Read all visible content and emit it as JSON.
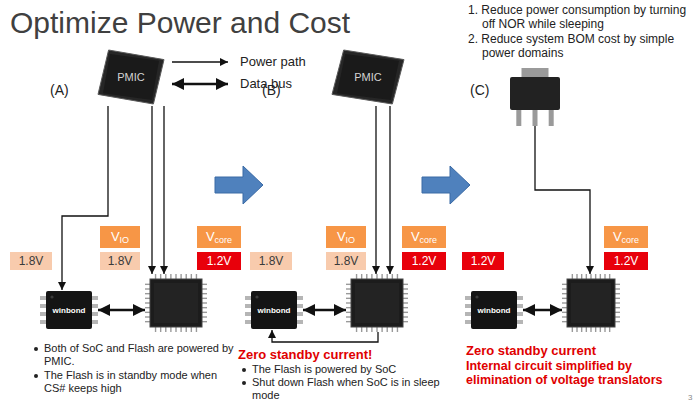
{
  "diagram": {
    "title": "Optimize Power and Cost",
    "nodes": [
      {
        "text": [
          "PMIC"
        ]
      },
      {
        "text": [
          "1.8V"
        ]
      },
      {
        "text": [
          "V",
          "IO"
        ]
      },
      {
        "text": [
          "V",
          "core"
        ]
      },
      {
        "text": [
          "1.8V"
        ]
      },
      {
        "text": [
          "1.2V"
        ]
      },
      {
        "text": [
          "winbond"
        ]
      },
      {
        "text": []
      },
      {
        "text": [
          "PMIC"
        ]
      },
      {
        "text": [
          "1.8V"
        ]
      },
      {
        "text": [
          "V",
          "IO"
        ]
      },
      {
        "text": [
          "V",
          "core"
        ]
      },
      {
        "text": [
          "1.8V"
        ]
      },
      {
        "text": [
          "1.2V"
        ]
      },
      {
        "text": [
          "winbond"
        ]
      },
      {
        "text": []
      },
      {
        "text": []
      },
      {
        "text": [
          "V",
          "core"
        ]
      },
      {
        "text": [
          "1.2V"
        ]
      },
      {
        "text": [
          "1.2V"
        ]
      },
      {
        "text": [
          "winbond"
        ]
      },
      {
        "text": []
      }
    ],
    "edges": [
      {
        "from": 0,
        "to": 6,
        "arrow": "to"
      },
      {
        "from": 0,
        "to": 7,
        "arrow": "to"
      },
      {
        "from": 0,
        "to": 7,
        "arrow": "to"
      },
      {
        "from": 6,
        "to": 7,
        "arrow": "both"
      },
      {
        "from": 8,
        "to": 15,
        "arrow": "to"
      },
      {
        "from": 8,
        "to": 15,
        "arrow": "to"
      },
      {
        "from": 15,
        "to": 14,
        "arrow": "to"
      },
      {
        "from": 14,
        "to": 15,
        "arrow": "both"
      },
      {
        "from": 16,
        "to": 21,
        "arrow": "to"
      },
      {
        "from": 20,
        "to": 21,
        "arrow": "both"
      }
    ],
    "labels": [
      "1. Reduce power consumption by turning off NOR while sleeping",
      "2. Reduce system BOM cost by simple power domains",
      "(A)",
      "Both of SoC and Flash are powered by PMIC.",
      "The Flash is in standby mode when CS# keeps high",
      "(B)",
      "Zero standby current!",
      "The Flash is powered by SoC",
      "Shut down Flash when SoC is in sleep mode",
      "(C)",
      "Zero standby current",
      "Internal circuit simplified by elimination of voltage translators",
      "3"
    ],
    "legend": [
      {
        "text": "Power path"
      },
      {
        "text": "Data bus"
      }
    ]
  }
}
